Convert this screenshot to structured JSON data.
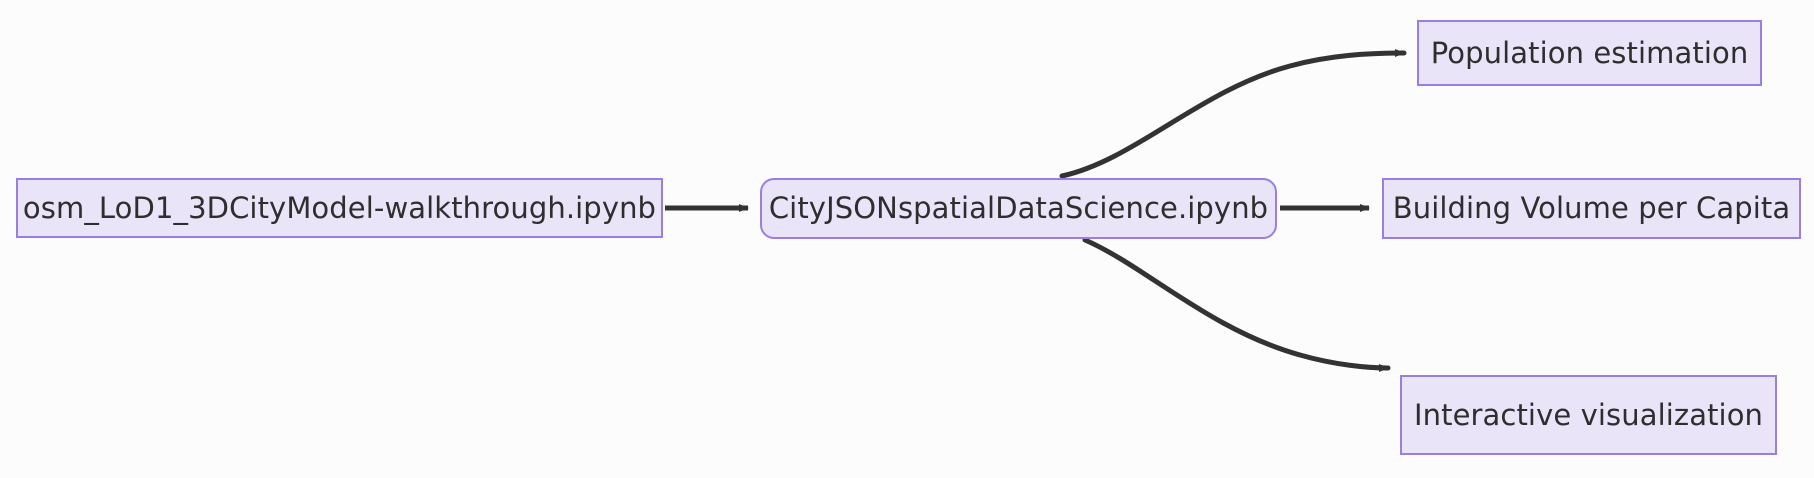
{
  "diagram": {
    "type": "flowchart",
    "direction": "left-to-right",
    "background_color": "#fcfcfc",
    "node_fill_color": "#e9e4f8",
    "node_border_color": "#9a7fe0",
    "node_text_color": "#2e2e2e",
    "edge_color": "#333333",
    "nodes": [
      {
        "id": "source",
        "label": "osm_LoD1_3DCityModel-walkthrough.ipynb",
        "shape": "rectangle"
      },
      {
        "id": "hub",
        "label": "CityJSONspatialDataScience.ipynb",
        "shape": "rounded-rectangle"
      },
      {
        "id": "population",
        "label": "Population estimation",
        "shape": "rectangle"
      },
      {
        "id": "volume",
        "label": "Building Volume per Capita",
        "shape": "rectangle"
      },
      {
        "id": "interactive",
        "label": "Interactive visualization",
        "shape": "rectangle"
      }
    ],
    "edges": [
      {
        "from": "source",
        "to": "hub",
        "style": "straight",
        "arrowhead": "solid-triangle"
      },
      {
        "from": "hub",
        "to": "population",
        "style": "curved",
        "arrowhead": "solid-triangle"
      },
      {
        "from": "hub",
        "to": "volume",
        "style": "straight",
        "arrowhead": "solid-triangle"
      },
      {
        "from": "hub",
        "to": "interactive",
        "style": "curved",
        "arrowhead": "solid-triangle"
      }
    ]
  }
}
